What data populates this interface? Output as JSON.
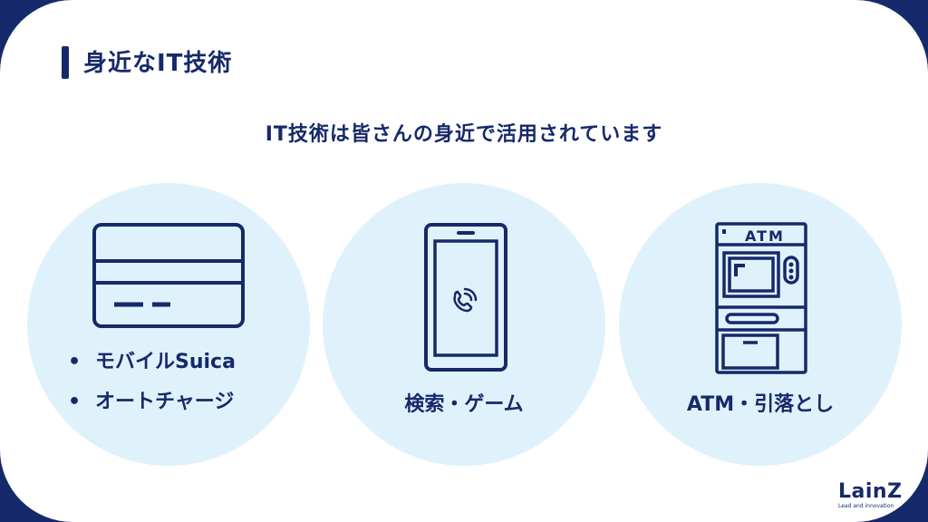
{
  "slide": {
    "title": "身近なIT技術",
    "subtitle": "IT技術は皆さんの身近で活用されています",
    "colors": {
      "navy": "#16296a",
      "circle": "#dff2fb",
      "background": "#ffffff"
    }
  },
  "cards": [
    {
      "icon": "credit-card-icon",
      "bullets": [
        "モバイルSuica",
        "オートチャージ"
      ]
    },
    {
      "icon": "smartphone-icon",
      "caption": "検索・ゲーム"
    },
    {
      "icon": "atm-machine-icon",
      "icon_label": "ATM",
      "caption": "ATM・引落とし"
    }
  ],
  "logo": {
    "name": "LainZ",
    "tagline": "Lead and innovation"
  }
}
